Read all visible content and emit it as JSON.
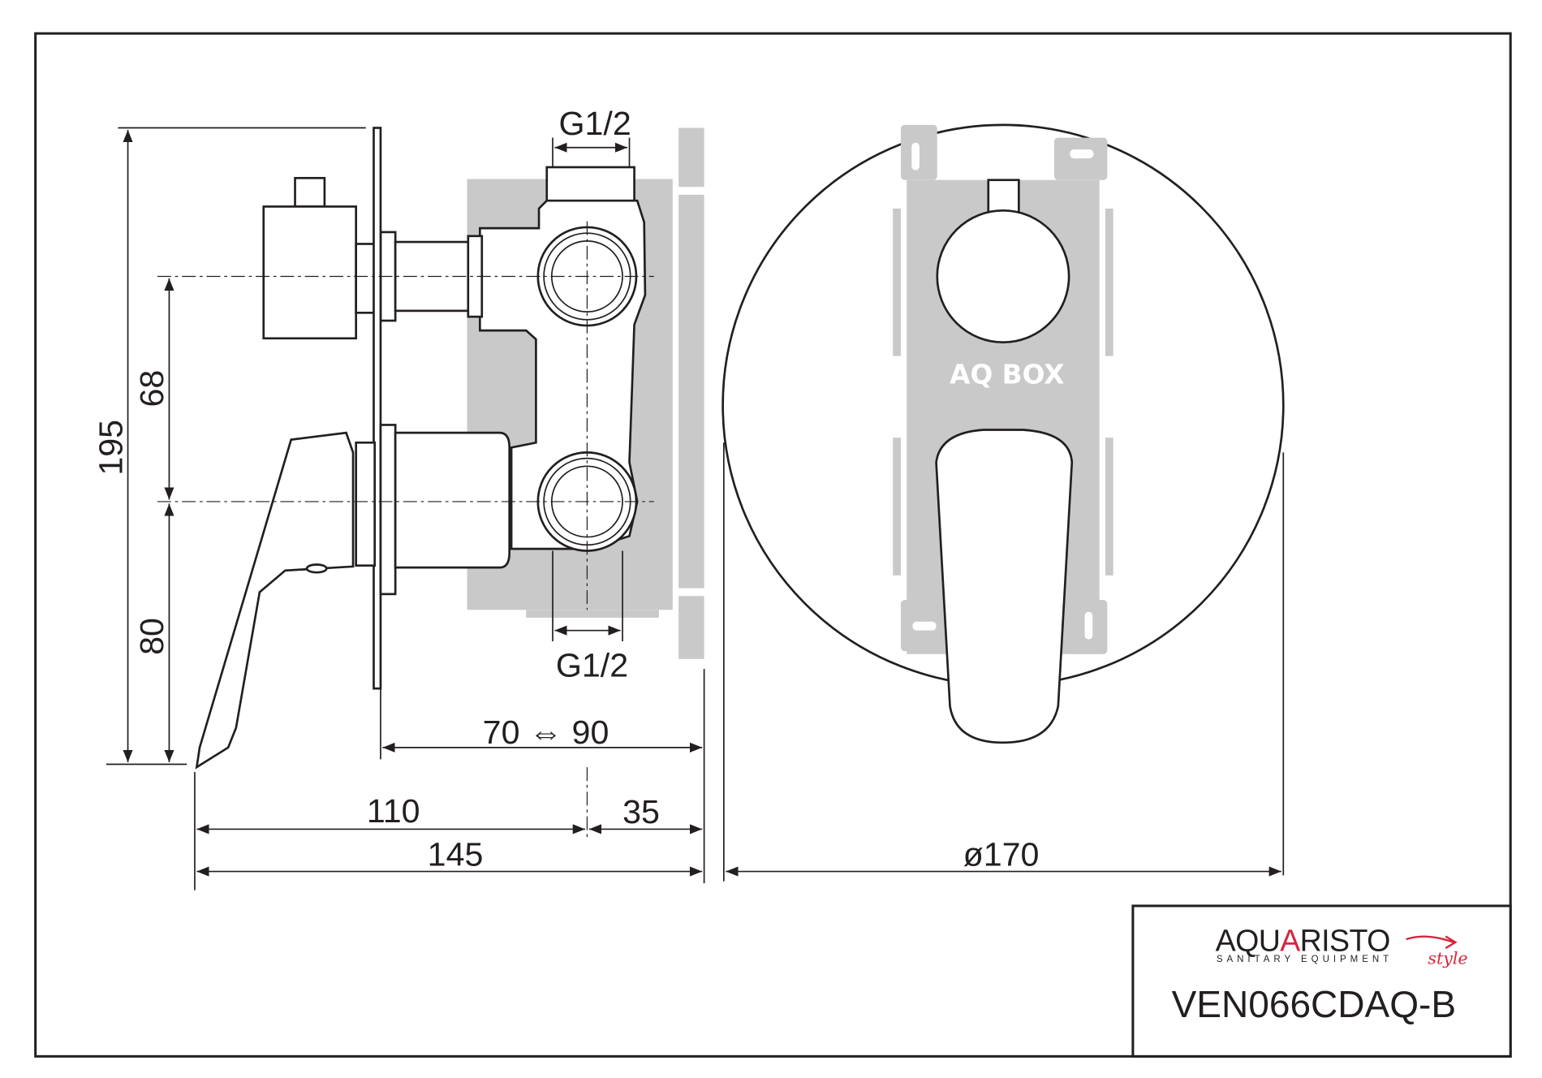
{
  "dimensions": {
    "overall_height": "195",
    "upper_spacing": "68",
    "lower_height": "80",
    "inlet_top": "G1/2",
    "inlet_bottom": "G1/2",
    "wall_depth": "70 ⇔ 90",
    "projection": "110",
    "box_offset": "35",
    "total_depth": "145",
    "plate_diameter": "ø170"
  },
  "box_label": "AQ BOX",
  "title_block": {
    "brand": "AQUARISTO",
    "brand_sub": "SANITARY EQUIPMENT",
    "brand_script": "style",
    "product_code": "VEN066CDAQ-B"
  },
  "colors": {
    "line": "#231f20",
    "box_gray": "#c9c9c9",
    "brand_red": "#d7263d"
  }
}
